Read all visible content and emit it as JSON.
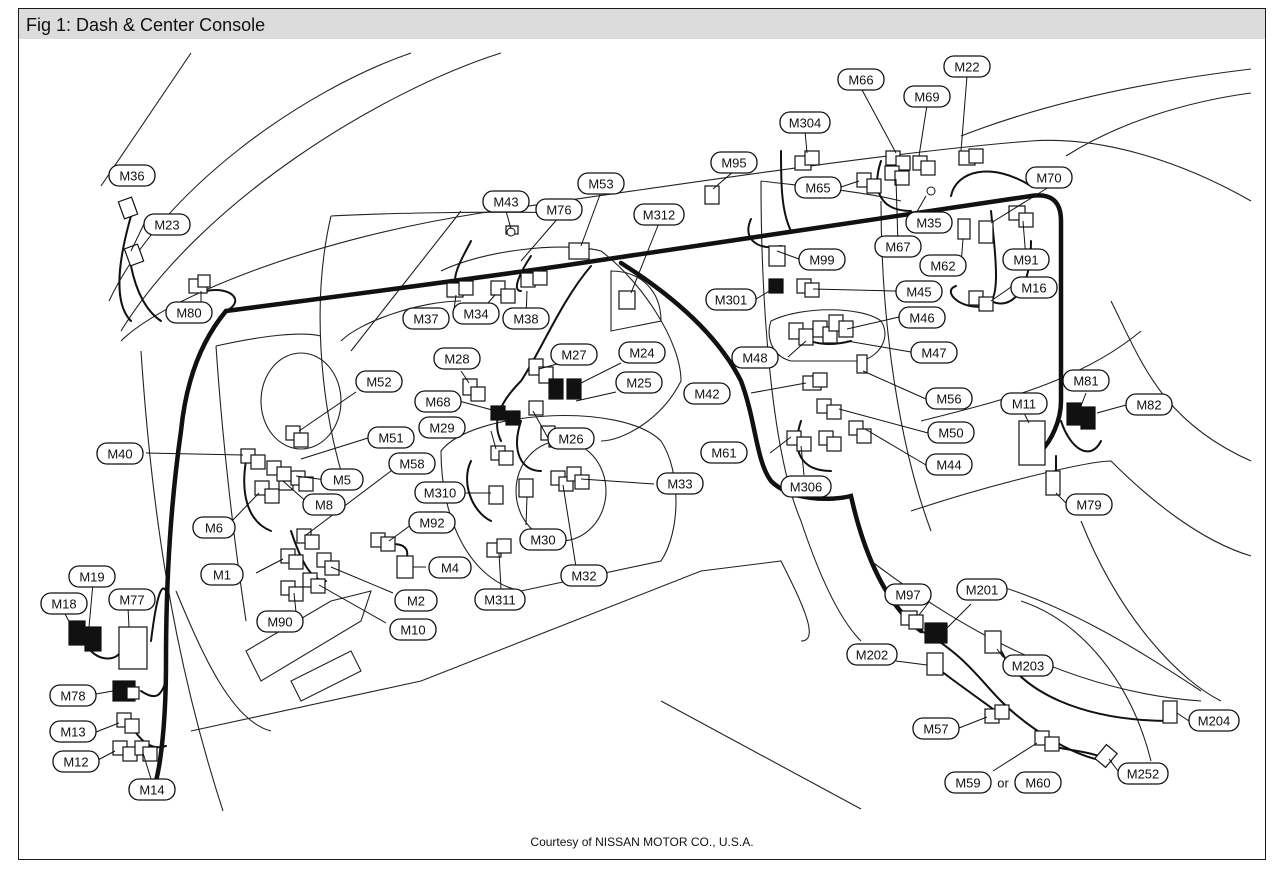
{
  "figure": {
    "title": "Fig 1: Dash & Center Console",
    "credit": "Courtesy of NISSAN MOTOR CO., U.S.A.",
    "or_text": "or"
  },
  "connectors": [
    {
      "id": "M36",
      "label": "M36"
    },
    {
      "id": "M23",
      "label": "M23"
    },
    {
      "id": "M80",
      "label": "M80"
    },
    {
      "id": "M43",
      "label": "M43"
    },
    {
      "id": "M76",
      "label": "M76"
    },
    {
      "id": "M53",
      "label": "M53"
    },
    {
      "id": "M312",
      "label": "M312"
    },
    {
      "id": "M95",
      "label": "M95"
    },
    {
      "id": "M304",
      "label": "M304"
    },
    {
      "id": "M66",
      "label": "M66"
    },
    {
      "id": "M69",
      "label": "M69"
    },
    {
      "id": "M22",
      "label": "M22"
    },
    {
      "id": "M65",
      "label": "M65"
    },
    {
      "id": "M70",
      "label": "M70"
    },
    {
      "id": "M35",
      "label": "M35"
    },
    {
      "id": "M67",
      "label": "M67"
    },
    {
      "id": "M62",
      "label": "M62"
    },
    {
      "id": "M91",
      "label": "M91"
    },
    {
      "id": "M99",
      "label": "M99"
    },
    {
      "id": "M45",
      "label": "M45"
    },
    {
      "id": "M16",
      "label": "M16"
    },
    {
      "id": "M301",
      "label": "M301"
    },
    {
      "id": "M37",
      "label": "M37"
    },
    {
      "id": "M34",
      "label": "M34"
    },
    {
      "id": "M38",
      "label": "M38"
    },
    {
      "id": "M46",
      "label": "M46"
    },
    {
      "id": "M47",
      "label": "M47"
    },
    {
      "id": "M48",
      "label": "M48"
    },
    {
      "id": "M28",
      "label": "M28"
    },
    {
      "id": "M27",
      "label": "M27"
    },
    {
      "id": "M24",
      "label": "M24"
    },
    {
      "id": "M52",
      "label": "M52"
    },
    {
      "id": "M68",
      "label": "M68"
    },
    {
      "id": "M25",
      "label": "M25"
    },
    {
      "id": "M42",
      "label": "M42"
    },
    {
      "id": "M56",
      "label": "M56"
    },
    {
      "id": "M81",
      "label": "M81"
    },
    {
      "id": "M11",
      "label": "M11"
    },
    {
      "id": "M82",
      "label": "M82"
    },
    {
      "id": "M29",
      "label": "M29"
    },
    {
      "id": "M26",
      "label": "M26"
    },
    {
      "id": "M51",
      "label": "M51"
    },
    {
      "id": "M50",
      "label": "M50"
    },
    {
      "id": "M40",
      "label": "M40"
    },
    {
      "id": "M61",
      "label": "M61"
    },
    {
      "id": "M44",
      "label": "M44"
    },
    {
      "id": "M58",
      "label": "M58"
    },
    {
      "id": "M5",
      "label": "M5"
    },
    {
      "id": "M310",
      "label": "M310"
    },
    {
      "id": "M33",
      "label": "M33"
    },
    {
      "id": "M306",
      "label": "M306"
    },
    {
      "id": "M79",
      "label": "M79"
    },
    {
      "id": "M8",
      "label": "M8"
    },
    {
      "id": "M6",
      "label": "M6"
    },
    {
      "id": "M92",
      "label": "M92"
    },
    {
      "id": "M30",
      "label": "M30"
    },
    {
      "id": "M4",
      "label": "M4"
    },
    {
      "id": "M1",
      "label": "M1"
    },
    {
      "id": "M19",
      "label": "M19"
    },
    {
      "id": "M32",
      "label": "M32"
    },
    {
      "id": "M311",
      "label": "M311"
    },
    {
      "id": "M2",
      "label": "M2"
    },
    {
      "id": "M97",
      "label": "M97"
    },
    {
      "id": "M201",
      "label": "M201"
    },
    {
      "id": "M18",
      "label": "M18"
    },
    {
      "id": "M77",
      "label": "M77"
    },
    {
      "id": "M90",
      "label": "M90"
    },
    {
      "id": "M10",
      "label": "M10"
    },
    {
      "id": "M202",
      "label": "M202"
    },
    {
      "id": "M203",
      "label": "M203"
    },
    {
      "id": "M78",
      "label": "M78"
    },
    {
      "id": "M13",
      "label": "M13"
    },
    {
      "id": "M57",
      "label": "M57"
    },
    {
      "id": "M204",
      "label": "M204"
    },
    {
      "id": "M12",
      "label": "M12"
    },
    {
      "id": "M252",
      "label": "M252"
    },
    {
      "id": "M14",
      "label": "M14"
    },
    {
      "id": "M59",
      "label": "M59"
    },
    {
      "id": "M60",
      "label": "M60"
    }
  ]
}
